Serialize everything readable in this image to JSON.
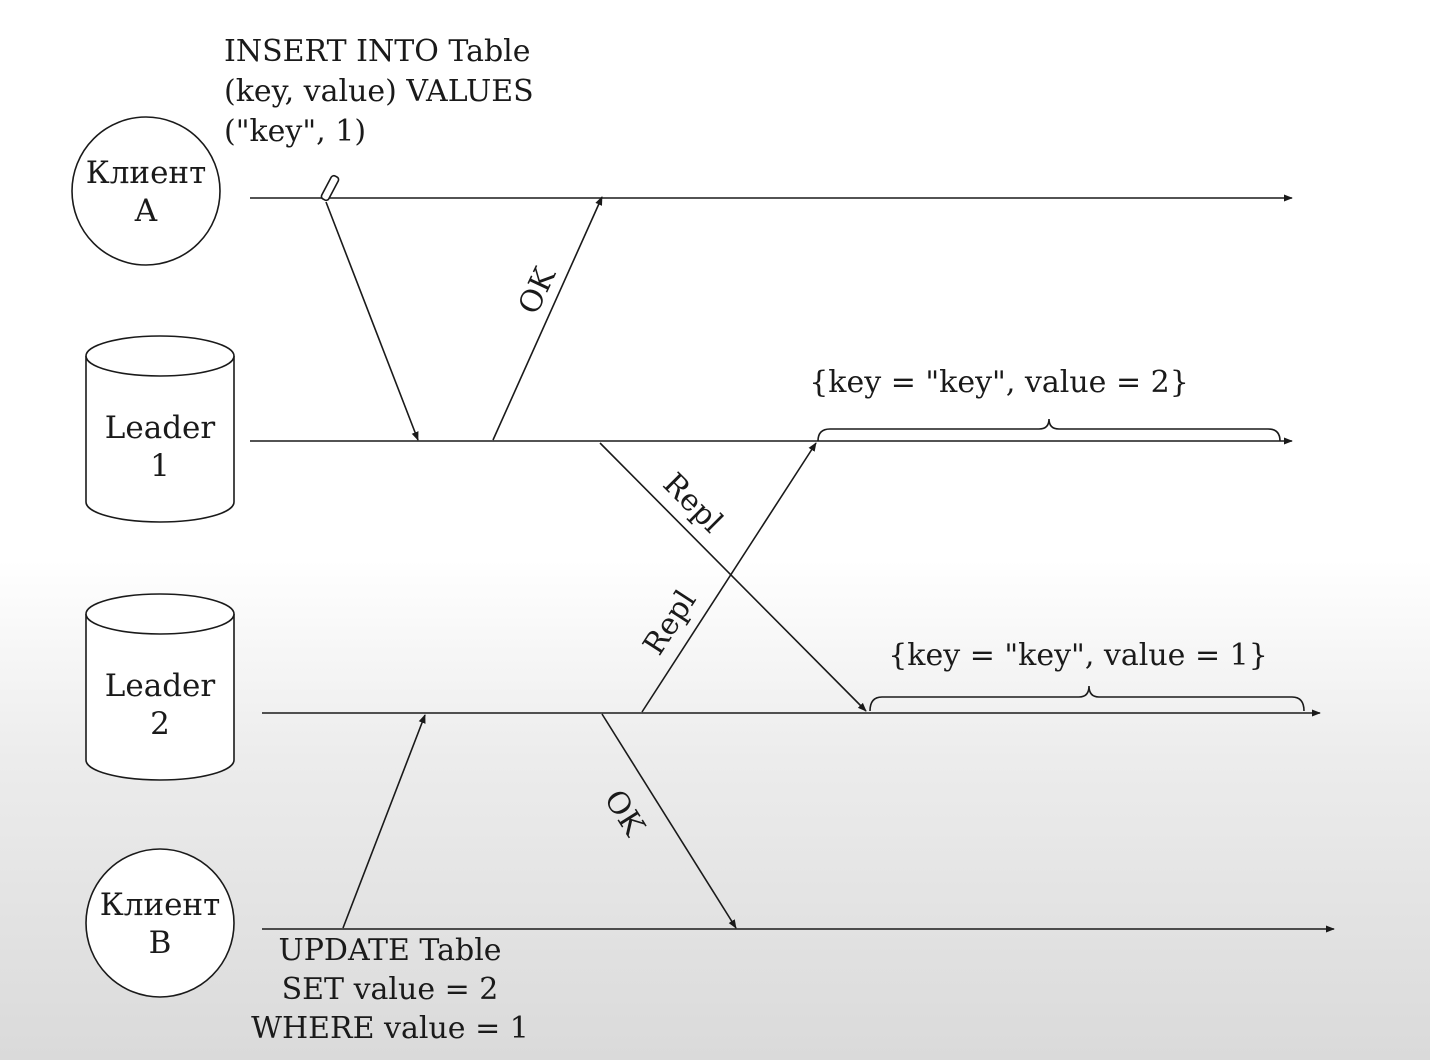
{
  "colors": {
    "ink": "#1a1a1a",
    "conflict": "#c0392b"
  },
  "participants": {
    "client_a": {
      "line1": "Клиент",
      "line2": "A"
    },
    "leader_1": {
      "line1": "Leader",
      "line2": "1"
    },
    "leader_2": {
      "line1": "Leader",
      "line2": "2"
    },
    "client_b": {
      "line1": "Клиент",
      "line2": "B"
    }
  },
  "queries": {
    "insert": {
      "line1": "INSERT INTO Table",
      "line2": "(key, value) VALUES",
      "line3": "(\"key\", 1)"
    },
    "update": {
      "line1": "UPDATE Table",
      "line2": "SET value = 2",
      "line3": "WHERE value = 1"
    }
  },
  "messages": {
    "ok_to_client_a": "OK",
    "repl_leader1_to_leader2": "Repl",
    "repl_leader2_to_leader1": "Repl",
    "ok_to_client_b": "OK"
  },
  "states": {
    "leader_1_state": "{key = \"key\", value = 2}",
    "leader_2_state": "{key = \"key\", value = 1}"
  }
}
